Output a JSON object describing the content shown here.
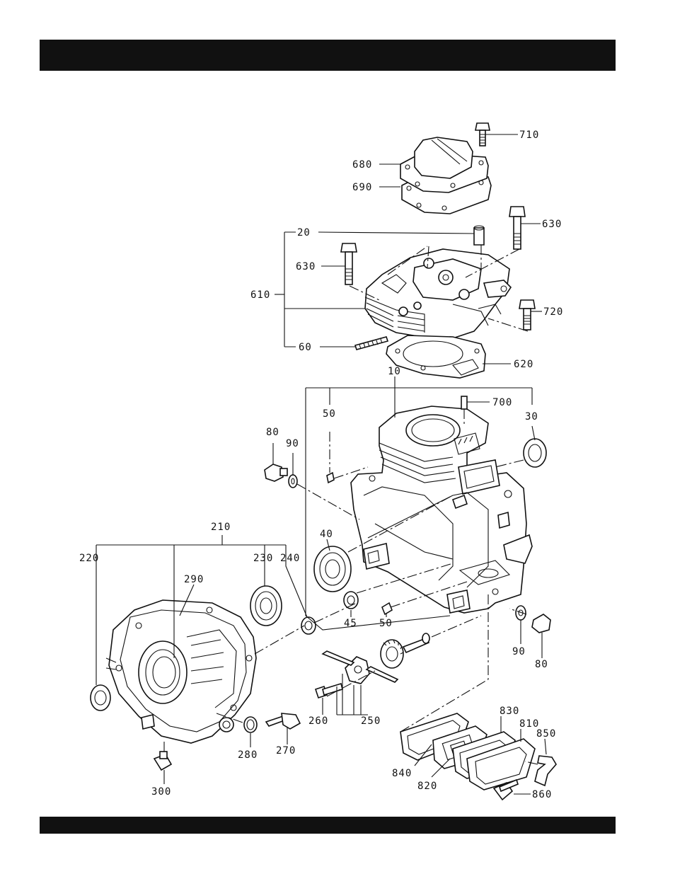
{
  "header": {
    "title": ""
  },
  "footer": {
    "text": ""
  },
  "diagram": {
    "type": "exploded-parts-view",
    "callouts": [
      {
        "id": "c710",
        "label": "710"
      },
      {
        "id": "c680",
        "label": "680"
      },
      {
        "id": "c690",
        "label": "690"
      },
      {
        "id": "c20",
        "label": "20"
      },
      {
        "id": "c630a",
        "label": "630"
      },
      {
        "id": "c630b",
        "label": "630"
      },
      {
        "id": "c610",
        "label": "610"
      },
      {
        "id": "c720",
        "label": "720"
      },
      {
        "id": "c60",
        "label": "60"
      },
      {
        "id": "c620",
        "label": "620"
      },
      {
        "id": "c10",
        "label": "10"
      },
      {
        "id": "c700",
        "label": "700"
      },
      {
        "id": "c50a",
        "label": "50"
      },
      {
        "id": "c30",
        "label": "30"
      },
      {
        "id": "c80a",
        "label": "80"
      },
      {
        "id": "c90a",
        "label": "90"
      },
      {
        "id": "c210",
        "label": "210"
      },
      {
        "id": "c40",
        "label": "40"
      },
      {
        "id": "c220",
        "label": "220"
      },
      {
        "id": "c230",
        "label": "230"
      },
      {
        "id": "c240",
        "label": "240"
      },
      {
        "id": "c290",
        "label": "290"
      },
      {
        "id": "c45",
        "label": "45"
      },
      {
        "id": "c50b",
        "label": "50"
      },
      {
        "id": "c90b",
        "label": "90"
      },
      {
        "id": "c80b",
        "label": "80"
      },
      {
        "id": "c260",
        "label": "260"
      },
      {
        "id": "c250",
        "label": "250"
      },
      {
        "id": "c830",
        "label": "830"
      },
      {
        "id": "c810",
        "label": "810"
      },
      {
        "id": "c850",
        "label": "850"
      },
      {
        "id": "c280",
        "label": "280"
      },
      {
        "id": "c270",
        "label": "270"
      },
      {
        "id": "c840",
        "label": "840"
      },
      {
        "id": "c820",
        "label": "820"
      },
      {
        "id": "c860",
        "label": "860"
      },
      {
        "id": "c300",
        "label": "300"
      }
    ]
  }
}
